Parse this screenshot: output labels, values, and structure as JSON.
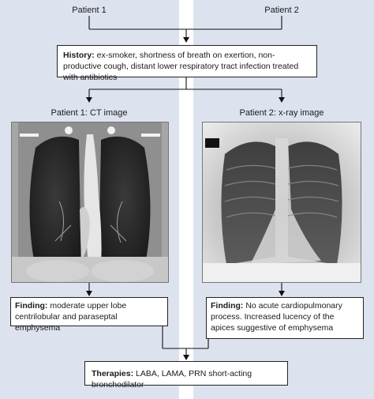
{
  "patients": {
    "left": "Patient 1",
    "right": "Patient 2"
  },
  "history": {
    "label": "History:",
    "text": " ex-smoker, shortness of breath on exertion, non-productive cough, distant lower respiratory tract infection treated with antibiotics"
  },
  "images": {
    "left_caption": "Patient 1: CT image",
    "right_caption": "Patient 2: x-ray image"
  },
  "findings": {
    "left_label": "Finding:",
    "left_text": " moderate upper lobe centrilobular and paraseptal emphysema",
    "right_label": "Finding:",
    "right_text": " No acute cardiopulmonary process. Increased lucency of the apices suggestive of emphysema"
  },
  "therapies": {
    "label": "Therapies:",
    "text": " LABA, LAMA, PRN short-acting bronchodilator"
  }
}
